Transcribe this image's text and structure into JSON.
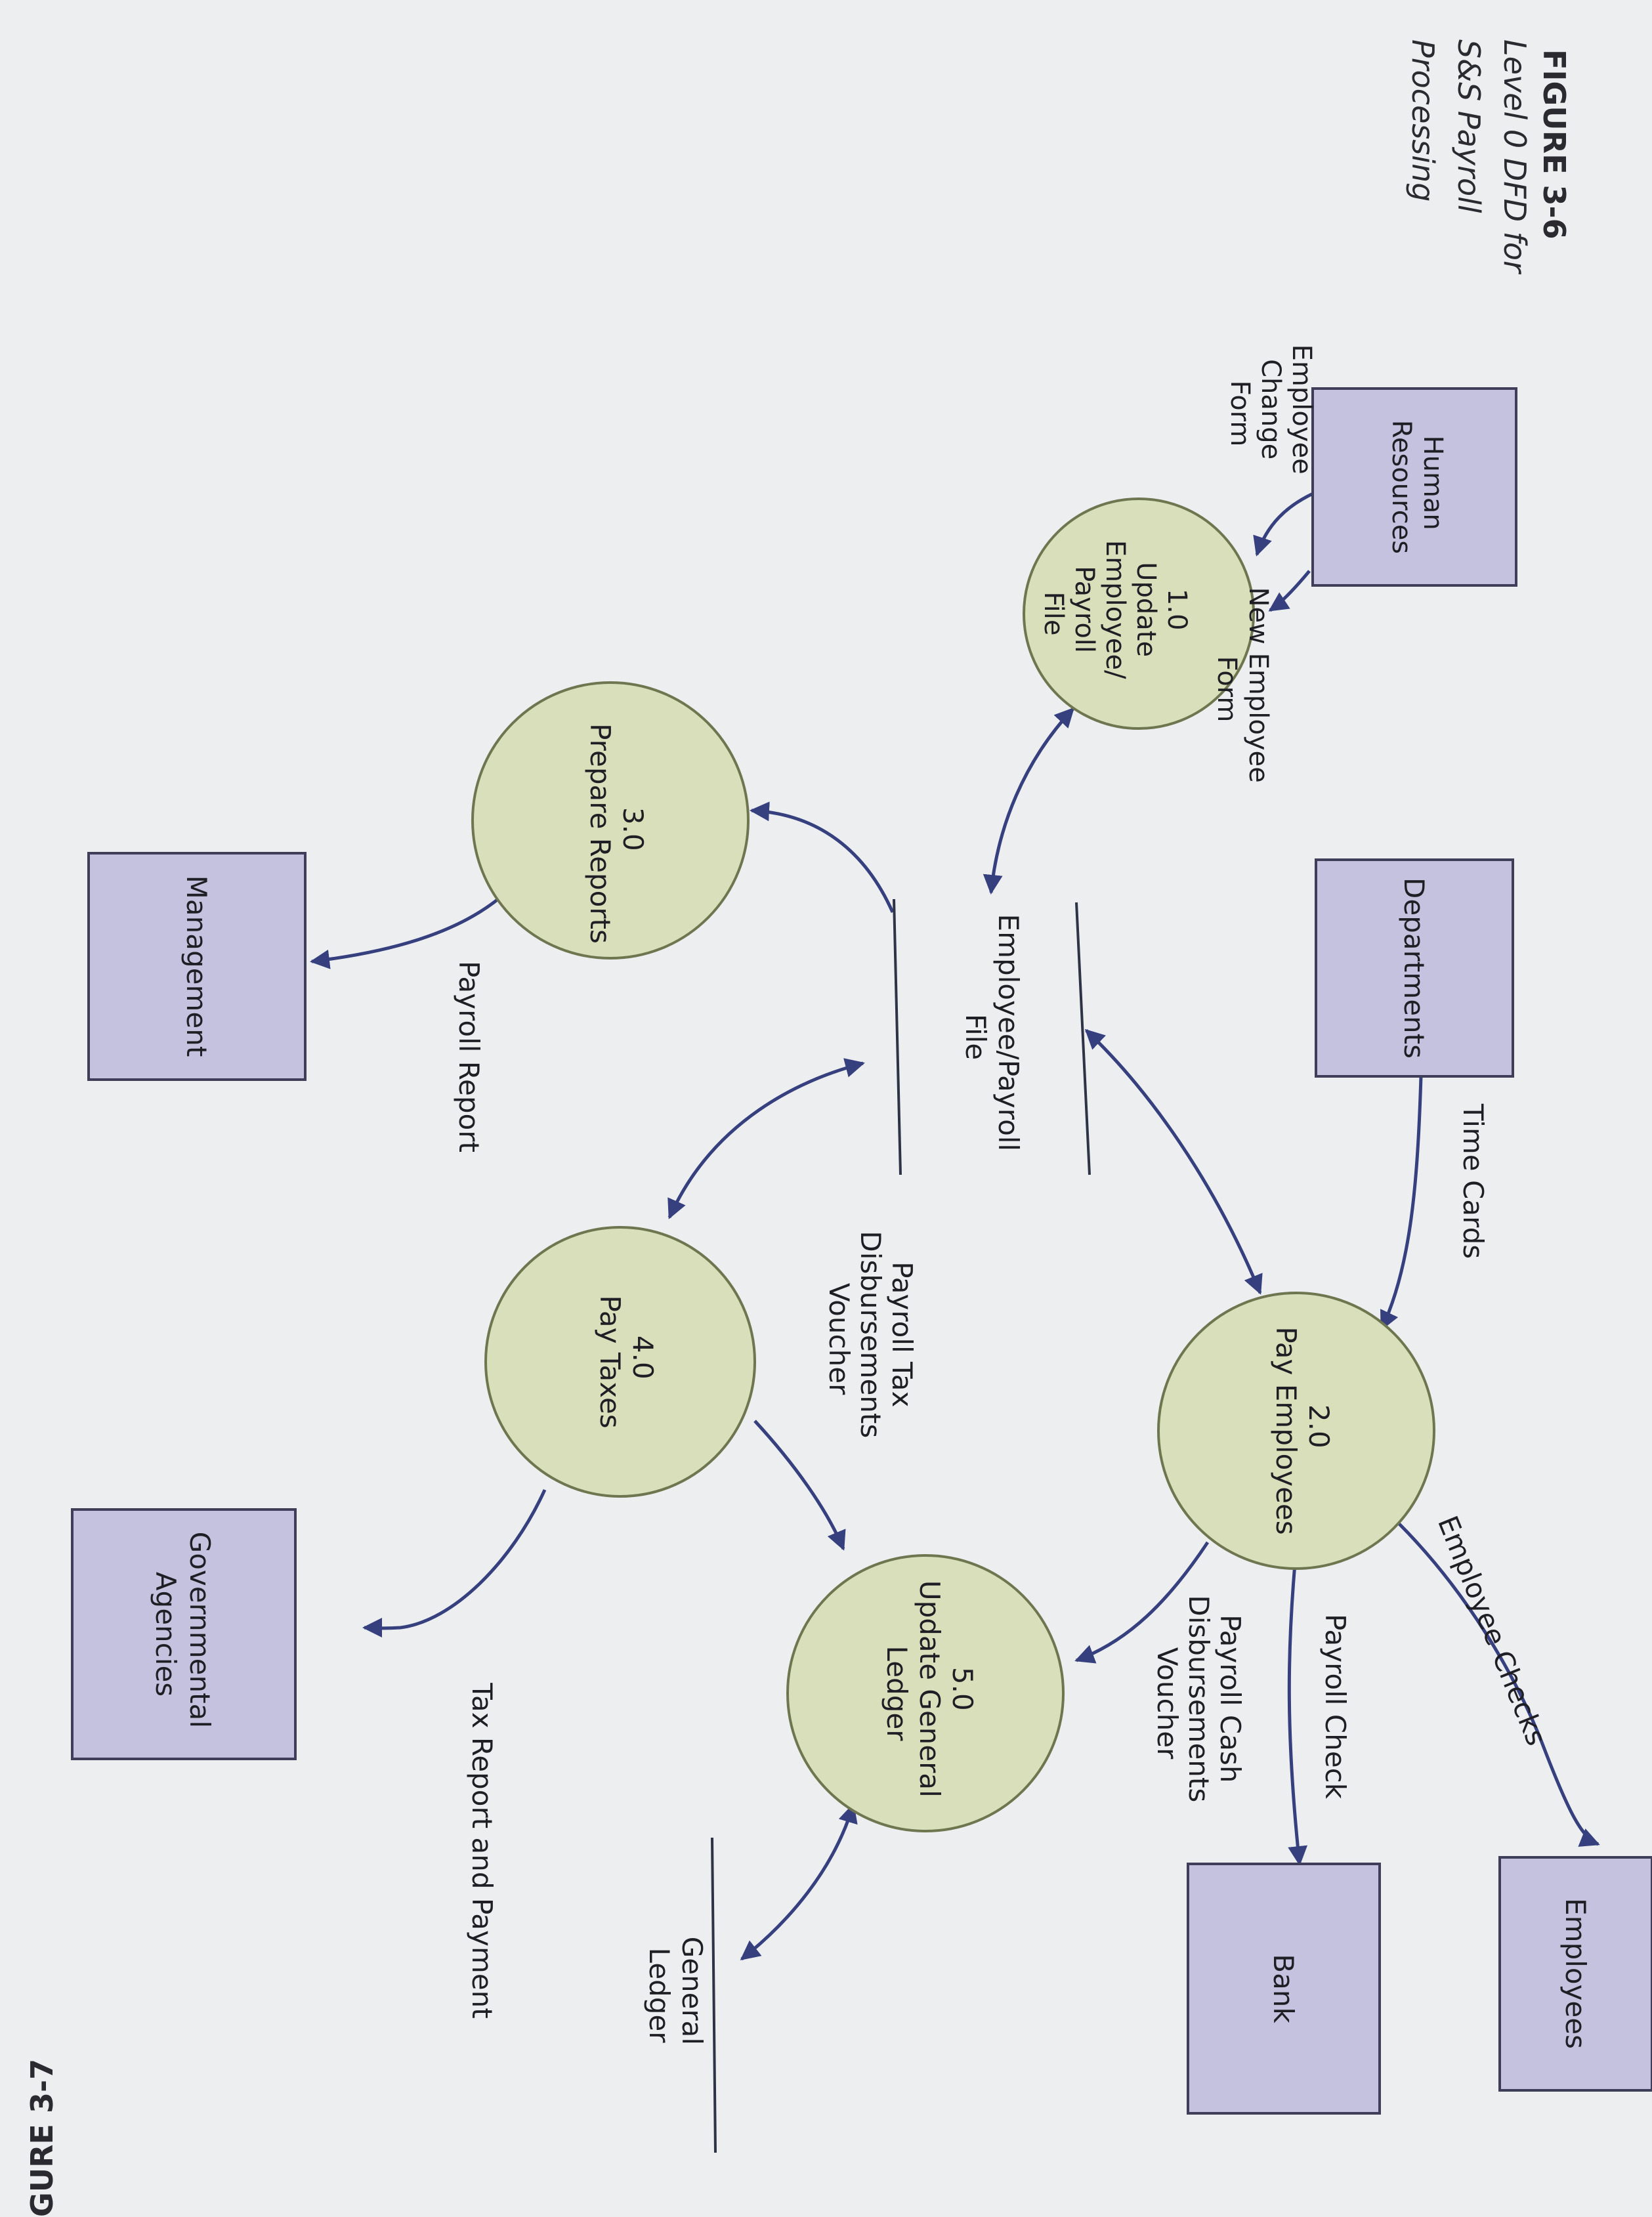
{
  "figure": {
    "number": "FIGURE 3-6",
    "title_lines": [
      "Level 0 DFD for",
      "S&S Payroll",
      "Processing"
    ],
    "next_figure": "GURE 3-7"
  },
  "entities": {
    "human_resources": [
      "Human",
      "Resources"
    ],
    "departments": [
      "Departments"
    ],
    "employees": [
      "Employees"
    ],
    "bank": [
      "Bank"
    ],
    "management": [
      "Management"
    ],
    "governmental_agencies": [
      "Governmental",
      "Agencies"
    ]
  },
  "processes": {
    "p1": [
      "1.0",
      "Update",
      "Employee/",
      "Payroll",
      "File"
    ],
    "p2": [
      "2.0",
      "Pay Employees"
    ],
    "p3": [
      "3.0",
      "Prepare Reports"
    ],
    "p4": [
      "4.0",
      "Pay Taxes"
    ],
    "p5": [
      "5.0",
      "Update General",
      "Ledger"
    ]
  },
  "stores": {
    "employee_payroll_file": [
      "Employee/Payroll",
      "File"
    ],
    "general_ledger": [
      "General",
      "Ledger"
    ]
  },
  "flows": {
    "employee_change_form": [
      "Employee",
      "Change",
      "Form"
    ],
    "new_employee_form": [
      "New Employee",
      "Form"
    ],
    "time_cards": [
      "Time Cards"
    ],
    "employee_checks": [
      "Employee Checks"
    ],
    "payroll_check": [
      "Payroll Check"
    ],
    "payroll_cash_voucher": [
      "Payroll Cash",
      "Disbursements",
      "Voucher"
    ],
    "payroll_tax_voucher": [
      "Payroll Tax",
      "Disbursements",
      "Voucher"
    ],
    "payroll_report": [
      "Payroll Report"
    ],
    "tax_report_payment": [
      "Tax Report and Payment"
    ]
  },
  "colors": {
    "entity_fill": "#c4c2de",
    "process_fill": "#d9dfbb",
    "flow_line": "#36407e",
    "page": "#eceef0"
  }
}
